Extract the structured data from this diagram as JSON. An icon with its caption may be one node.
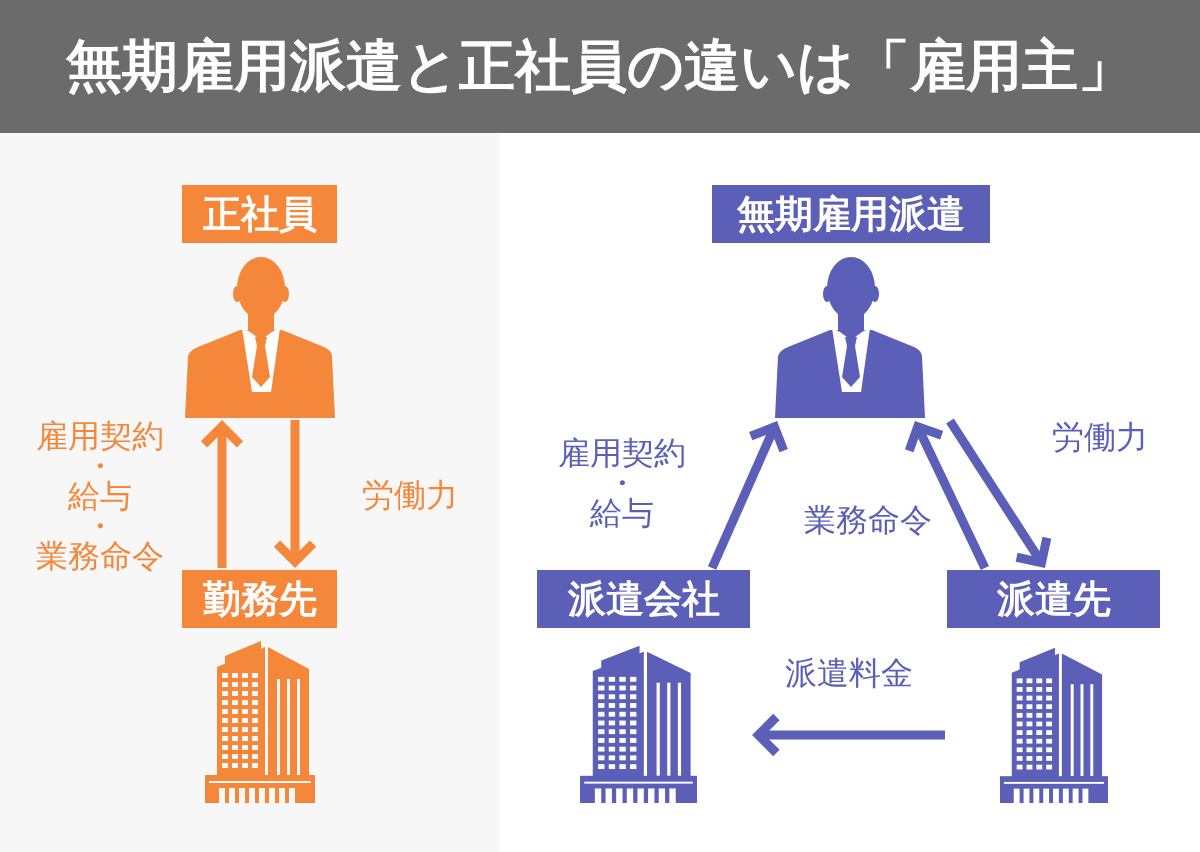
{
  "diagram": {
    "title": "無期雇用派遣と正社員の違いは「雇用主」",
    "nodes": [
      {
        "text": [
          "正社員"
        ]
      },
      {
        "text": [
          "勤務先"
        ]
      },
      {
        "text": [
          "無期雇用派遣"
        ]
      },
      {
        "text": [
          "派遣会社"
        ]
      },
      {
        "text": [
          "派遣先"
        ]
      }
    ],
    "edges": [
      {
        "from": 1,
        "to": 0,
        "arrow": "to",
        "label": "雇用契約・給与・業務命令",
        "color": "#f5873b"
      },
      {
        "from": 0,
        "to": 1,
        "arrow": "to",
        "label": "労働力",
        "color": "#f5873b"
      },
      {
        "from": 3,
        "to": 2,
        "arrow": "to",
        "label": "雇用契約・給与"
      },
      {
        "from": 4,
        "to": 2,
        "arrow": "to",
        "label": "業務命令"
      },
      {
        "from": 2,
        "to": 4,
        "arrow": "to",
        "label": "労働力"
      },
      {
        "from": 4,
        "to": 3,
        "arrow": "to",
        "label": "派遣料金"
      }
    ]
  }
}
